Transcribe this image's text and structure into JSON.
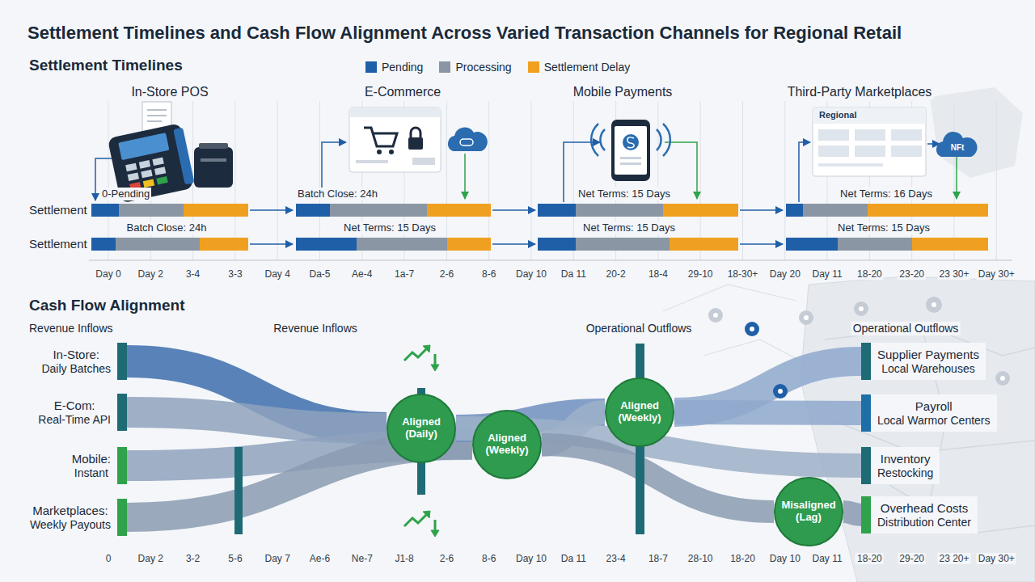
{
  "diagram": {
    "title": "Settlement Timelines and Cash Flow Alignment Across Varied Transaction Channels for Regional Retail",
    "nodes": [
      {
        "text": [
          "In-Store:",
          "Daily Batches"
        ]
      },
      {
        "text": [
          "E-Com:",
          "Real-Time API"
        ]
      },
      {
        "text": [
          "Mobile:",
          "Instant"
        ]
      },
      {
        "text": [
          "Marketplaces:",
          "Weekly Payouts"
        ]
      },
      {
        "text": [
          "Aligned (Daily)"
        ]
      },
      {
        "text": [
          "Aligned (Weekly)"
        ]
      },
      {
        "text": [
          "Aligned (Weekly)"
        ]
      },
      {
        "text": [
          "Misaligned (Lag)"
        ]
      },
      {
        "text": [
          "Supplier Payments",
          "Local Warehouses"
        ]
      },
      {
        "text": [
          "Payroll",
          "Local Warmor Centers"
        ]
      },
      {
        "text": [
          "Inventory",
          "Restocking"
        ]
      },
      {
        "text": [
          "Overhead Costs",
          "Distribution Center"
        ]
      }
    ],
    "edges": [
      {
        "from": 0,
        "to": 4,
        "arrow": "none"
      },
      {
        "from": 1,
        "to": 4,
        "arrow": "none"
      },
      {
        "from": 2,
        "to": 5,
        "arrow": "none"
      },
      {
        "from": 3,
        "to": 5,
        "arrow": "none"
      },
      {
        "from": 4,
        "to": 6,
        "arrow": "none"
      },
      {
        "from": 5,
        "to": 6,
        "arrow": "none"
      },
      {
        "from": 6,
        "to": 8,
        "arrow": "none"
      },
      {
        "from": 6,
        "to": 9,
        "arrow": "none"
      },
      {
        "from": 4,
        "to": 10,
        "arrow": "none"
      },
      {
        "from": 5,
        "to": 7,
        "arrow": "none"
      },
      {
        "from": 7,
        "to": 11,
        "arrow": "none"
      }
    ],
    "labels": [
      "Settlement Timelines",
      "In-Store POS",
      "E-Commerce",
      "Mobile Payments",
      "Third-Party Marketplaces",
      "Regional",
      "NFt",
      "Settlement",
      "Settlement",
      "0-Pending",
      "Batch Close: 24h",
      "Net Terms: 15 Days",
      "Net Terms: 16 Days",
      "Batch Close: 24h",
      "Net Terms: 15 Days",
      "Net Terms: 15 Days",
      "Net Terms: 15 Days",
      "Day 0",
      "Day 2",
      "3-4",
      "3-3",
      "Day 4",
      "Da-5",
      "Ae-4",
      "1a-7",
      "2-6",
      "8-6",
      "Day 10",
      "Da 11",
      "20-2",
      "18-4",
      "29-10",
      "18-30+",
      "Day 20",
      "Day 11",
      "18-20",
      "23-20",
      "23 30+",
      "Day 30+",
      "Cash Flow Alignment",
      "Revenue Inflows",
      "Revenue Inflows",
      "Operational Outflows",
      "Operational Outflows",
      "0",
      "Day 2",
      "3-2",
      "5-6",
      "Day 7",
      "Ae-6",
      "Ne-7",
      "J1-8",
      "2-6",
      "8-6",
      "Day 10",
      "Da 11",
      "23-4",
      "18-7",
      "28-10",
      "18-20",
      "Day 10",
      "Day 11",
      "18-20",
      "29-20",
      "23 20+",
      "Day 30+"
    ],
    "legend": [
      {
        "text": "Pending",
        "color": "#1f5fa8"
      },
      {
        "text": "Processing",
        "color": "#8a96a3"
      },
      {
        "text": "Settlement Delay",
        "color": "#f0a020"
      }
    ]
  }
}
